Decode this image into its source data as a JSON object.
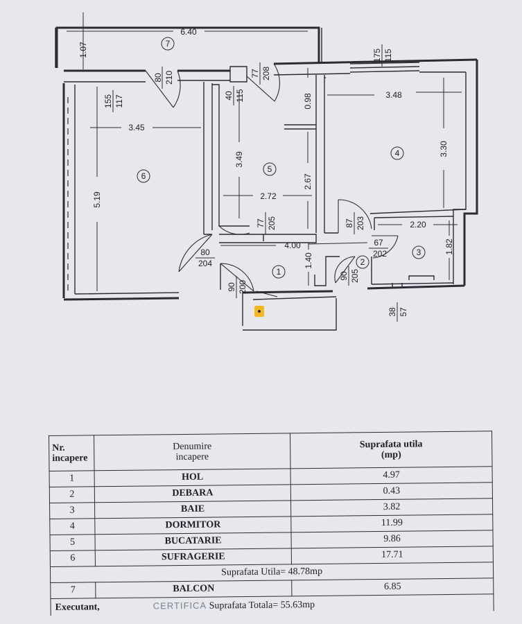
{
  "plan": {
    "dimensions": {
      "balcony_width": "6.40",
      "balcony_depth": "1.07",
      "door_balcony": [
        "80",
        "210"
      ],
      "window_living": [
        "155",
        "117"
      ],
      "living_width": "3.45",
      "living_height": "5.19",
      "window_kitchen": [
        "40",
        "115"
      ],
      "door_kitchen_balcony": [
        "77",
        "208"
      ],
      "kitchen_height": "3.49",
      "kitchen_width": "2.72",
      "kitchen_height2": "2.67",
      "kitchen_offset": "0.98",
      "window_bedroom": [
        "175",
        "115"
      ],
      "bedroom_width": "3.48",
      "bedroom_height": "3.30",
      "door_kitchen": [
        "77",
        "205"
      ],
      "door_bedroom": [
        "87",
        "203"
      ],
      "bath_width": "2.20",
      "bath_height": "1.82",
      "hall_width": "4.00",
      "hall_height": "1.40",
      "door_living": [
        "80",
        "204"
      ],
      "door_storage": [
        "67",
        "202"
      ],
      "door_entrance": [
        "90",
        "200"
      ],
      "door_storage2": [
        "90",
        "205"
      ],
      "window_bath": [
        "38",
        "57"
      ]
    },
    "rooms": [
      "1",
      "2",
      "3",
      "4",
      "5",
      "6",
      "7"
    ]
  },
  "table": {
    "header": {
      "nr": [
        "Nr.",
        "incapere"
      ],
      "name": [
        "Denumire",
        "incapere"
      ],
      "area": [
        "Suprafata utila",
        "(mp)"
      ]
    },
    "rows": [
      {
        "nr": "1",
        "name": "HOL",
        "area": "4.97"
      },
      {
        "nr": "2",
        "name": "DEBARA",
        "area": "0.43"
      },
      {
        "nr": "3",
        "name": "BAIE",
        "area": "3.82"
      },
      {
        "nr": "4",
        "name": "DORMITOR",
        "area": "11.99"
      },
      {
        "nr": "5",
        "name": "BUCATARIE",
        "area": "9.86"
      },
      {
        "nr": "6",
        "name": "SUFRAGERIE",
        "area": "17.71"
      }
    ],
    "useful_total": "Suprafata Utila= 48.78mp",
    "balcony": {
      "nr": "7",
      "name": "BALCON",
      "area": "6.85"
    },
    "executant": "Executant,",
    "stamp": "CERTIFICA",
    "grand_total": "Suprafata Totala= 55.63mp"
  }
}
